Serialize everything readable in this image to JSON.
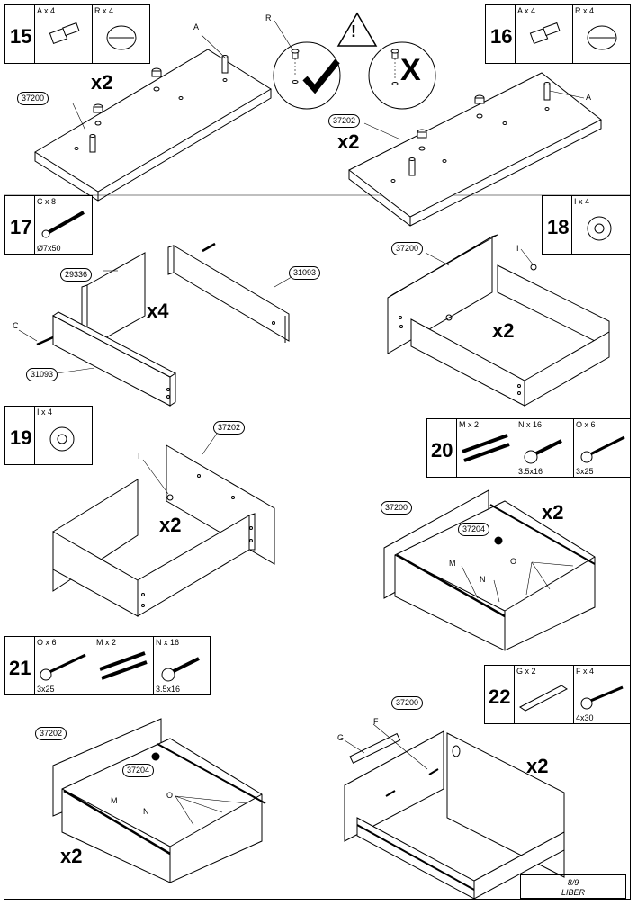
{
  "steps": [
    {
      "no": "15",
      "parts": [
        {
          "label": "A x 4"
        },
        {
          "label": "R x 4"
        }
      ]
    },
    {
      "no": "16",
      "parts": [
        {
          "label": "A x 4"
        },
        {
          "label": "R x 4"
        }
      ]
    },
    {
      "no": "17",
      "parts": [
        {
          "label": "C x 8",
          "dim": "Ø7x50"
        }
      ]
    },
    {
      "no": "18",
      "parts": [
        {
          "label": "I x 4"
        }
      ]
    },
    {
      "no": "19",
      "parts": [
        {
          "label": "I x 4"
        }
      ]
    },
    {
      "no": "20",
      "parts": [
        {
          "label": "M x 2"
        },
        {
          "label": "N x 16",
          "dim": "3.5x16"
        },
        {
          "label": "O x 6",
          "dim": "3x25"
        }
      ]
    },
    {
      "no": "21",
      "parts": [
        {
          "label": "O x 6",
          "dim": "3x25"
        },
        {
          "label": "M x 2"
        },
        {
          "label": "N x 16",
          "dim": "3.5x16"
        }
      ]
    },
    {
      "no": "22",
      "parts": [
        {
          "label": "G x 2"
        },
        {
          "label": "F x 4",
          "dim": "4x30"
        }
      ]
    }
  ],
  "part_codes": {
    "p37200": "37200",
    "p37202": "37202",
    "p29336": "29336",
    "p31093": "31093",
    "p37204": "37204"
  },
  "multipliers": {
    "x2": "x2",
    "x4": "x4"
  },
  "letters": {
    "A": "A",
    "R": "R",
    "C": "C",
    "I": "I",
    "M": "M",
    "N": "N",
    "O": "O",
    "G": "G",
    "F": "F"
  },
  "warning": {
    "symbol": "!",
    "wrong": "X"
  },
  "footer": {
    "page": "8/9",
    "product": "LIBER"
  },
  "icons": [
    "warning-icon",
    "check-icon",
    "wrong-icon",
    "screw-icon",
    "dowel-icon",
    "cam-icon",
    "slide-rail-icon"
  ]
}
